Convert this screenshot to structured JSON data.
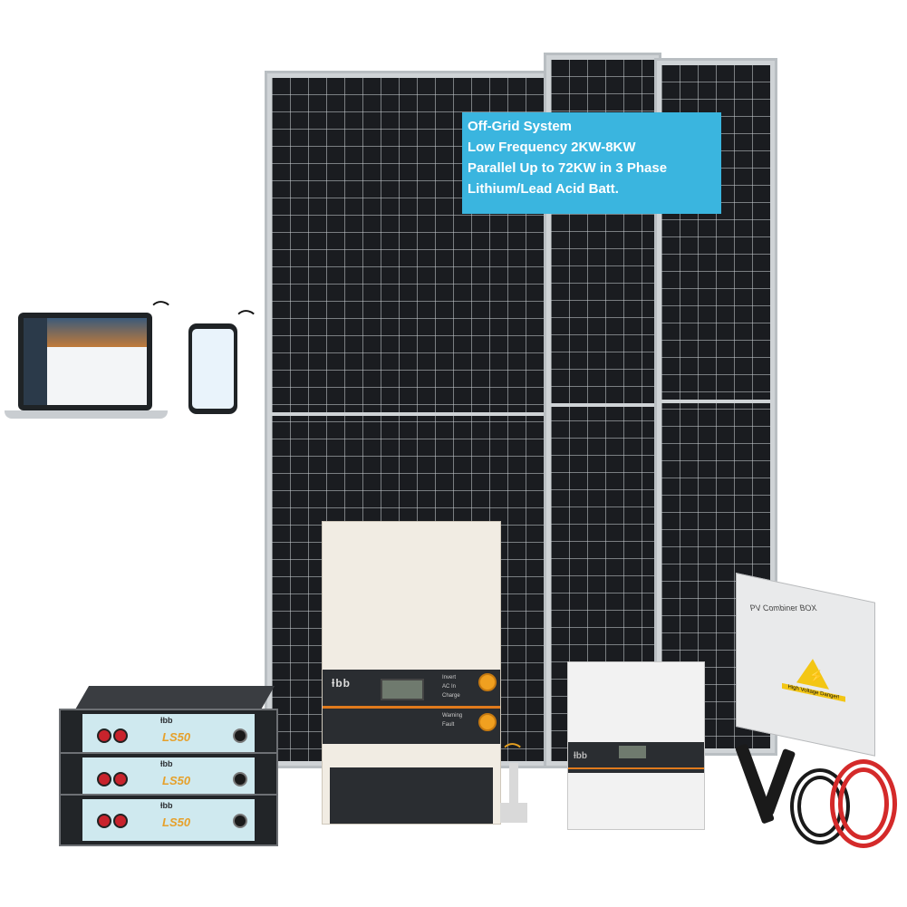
{
  "info_box": {
    "lines": [
      "Off-Grid System",
      "Low Frequency 2KW-8KW",
      "Parallel Up to 72KW in 3 Phase",
      "Lithium/Lead Acid Batt."
    ]
  },
  "inverter": {
    "logo": "ƚbb",
    "leds": [
      "Invert",
      "AC In",
      "Charge",
      "Warning",
      "Fault"
    ]
  },
  "small_inverter": {
    "logo": "ƚbb"
  },
  "combiner_box": {
    "label": "PV Combiner BOX",
    "warning": "High Voltage Danger!"
  },
  "batteries": [
    {
      "model": "LS50",
      "logo": "ƚbb"
    },
    {
      "model": "LS50",
      "logo": "ƚbb"
    },
    {
      "model": "LS50",
      "logo": "ƚbb"
    }
  ],
  "colors": {
    "info_box": "#3ab5df",
    "accent_orange": "#e07a1c",
    "cable_red": "#d42a2a",
    "cable_black": "#1a1a1a"
  },
  "icons": [
    "wifi-icon",
    "wifi-icon",
    "wifi-icon"
  ]
}
